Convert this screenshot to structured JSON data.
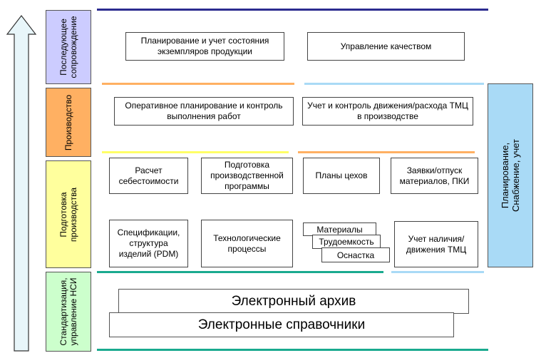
{
  "stages": [
    {
      "label": "Последующее\nсопровождение",
      "color": "#ccccff"
    },
    {
      "label": "Производство",
      "color": "#ffb062"
    },
    {
      "label": "Подготовка\nпроизводства",
      "color": "#ffff9d"
    },
    {
      "label": "Стандартизация,\nуправление НСИ",
      "color": "#ccffcc"
    }
  ],
  "side_block": {
    "label": "Планирование,\nСнабжение, учет",
    "color": "#a9daf6"
  },
  "boxes": {
    "lifecycle_planning": "Планирование и учет состояния экземпляров продукции",
    "quality": "Управление качеством",
    "operative_planning": "Оперативное планирование и контроль выполнения работ",
    "material_flow": "Учет и контроль движения/расхода ТМЦ в производстве",
    "costing": "Расчет себестоимости",
    "production_program": "Подготовка производственной программы",
    "shop_plans": "Планы цехов",
    "requests": "Заявки/отпуск материалов, ПКИ",
    "specifications": "Спецификации, структура изделий (PDM)",
    "tech_processes": "Технологические процессы",
    "inventory": "Учет наличия/ движения ТМЦ"
  },
  "stack": [
    "Материалы",
    "Трудоемкость",
    "Оснастка"
  ],
  "archive": "Электронный архив",
  "directories": "Электронные справочники",
  "colors": {
    "navy": "#2b2b8f",
    "orange": "#ffb062",
    "light_blue": "#a9daf6",
    "yellow": "#ffff66",
    "teal": "#1aaa8f",
    "arrow_fill": "#e8f6fa"
  }
}
